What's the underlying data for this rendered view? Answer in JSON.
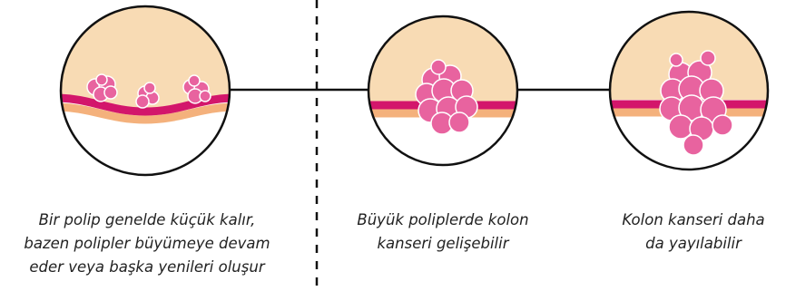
{
  "colors": {
    "tissue": "#f8dbb4",
    "mucosa": "#d3166b",
    "fat_layer": "#f4b17c",
    "polyp": "#e8639f",
    "polyp_highlight": "#f6a2c6",
    "outline": "#111111",
    "divider": "#111111"
  },
  "stages": [
    {
      "id": "stage-1",
      "caption": [
        "Bir polip genelde küçük kalır,",
        "bazen polipler büyümeye devam",
        "eder veya başka yenileri oluşur"
      ]
    },
    {
      "id": "stage-2",
      "caption": [
        "Büyük poliplerde kolon",
        "kanseri gelişebilir"
      ]
    },
    {
      "id": "stage-3",
      "caption": [
        "Kolon kanseri daha",
        "da yayılabilir"
      ]
    }
  ]
}
